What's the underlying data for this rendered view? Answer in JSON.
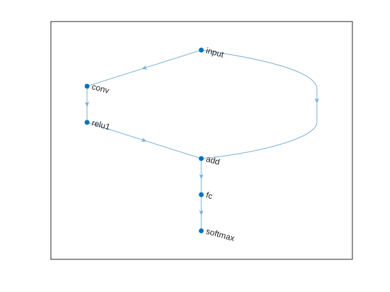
{
  "graph": {
    "edge_color": "#77aed8",
    "node_color": "#0072bd",
    "nodes": [
      {
        "id": "input",
        "label": "input"
      },
      {
        "id": "conv",
        "label": "conv"
      },
      {
        "id": "relu1",
        "label": "relu1"
      },
      {
        "id": "add",
        "label": "add"
      },
      {
        "id": "fc",
        "label": "fc"
      },
      {
        "id": "softmax",
        "label": "softmax"
      }
    ],
    "edges": [
      {
        "from": "input",
        "to": "conv"
      },
      {
        "from": "conv",
        "to": "relu1"
      },
      {
        "from": "relu1",
        "to": "add"
      },
      {
        "from": "input",
        "to": "add"
      },
      {
        "from": "add",
        "to": "fc"
      },
      {
        "from": "fc",
        "to": "softmax"
      }
    ]
  }
}
